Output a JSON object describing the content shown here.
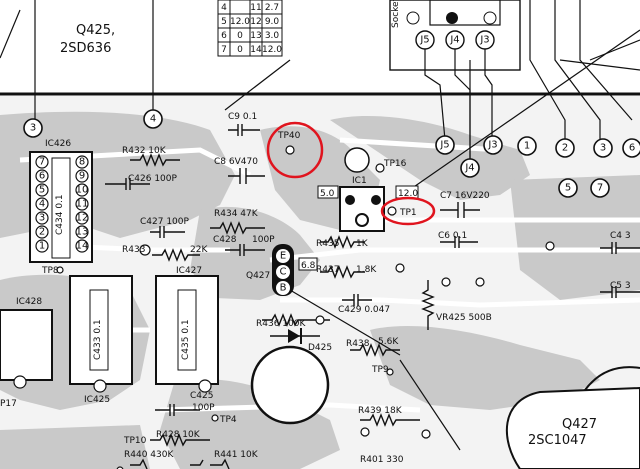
{
  "table": {
    "rows": [
      [
        "4",
        "",
        "11",
        "2.7"
      ],
      [
        "5",
        "12.0",
        "12",
        "9.0"
      ],
      [
        "6",
        "0",
        "13",
        "3.0"
      ],
      [
        "7",
        "0",
        "14",
        "12.0"
      ]
    ]
  },
  "labels": {
    "q425_ref": "Q425,",
    "q425_part": "2SD636",
    "q427_ref": "Q427",
    "q427_part": "2SC1047",
    "ic426": "IC426",
    "ic426_val": "C434 0.1",
    "ic427": "IC427",
    "ic428": "IC428",
    "ic425": "IC425",
    "ic1": "IC1",
    "c433": "C433 0.1",
    "c435": "C435 0.1",
    "r432": "R432  10K",
    "c426": "C426  100P",
    "c427": "C427 100P",
    "r433": "R433",
    "r433_val": "22K",
    "r434": "R434  47K",
    "c428": "C428",
    "c428_val": "100P",
    "c9": "C9  0.1",
    "c8": "C8  6V470",
    "tp40": "TP40",
    "tp16": "TP16",
    "tp1": "TP1",
    "tp8": "TP8",
    "tp9": "TP9",
    "tp4": "TP4",
    "tp10": "TP10",
    "ic1_in": "5.0",
    "ic1_out": "12.0",
    "c7": "C7  16V220",
    "c6": "C6  0.1",
    "c4": "C4  3",
    "c5": "C5  3",
    "r435": "R435",
    "r435_val": "1K",
    "r437": "R437",
    "r437_val": "1.8K",
    "q427_pins": [
      "E",
      "C",
      "B"
    ],
    "v68": "6.8",
    "c429": "C429  0.047",
    "vr425": "VR425  500B",
    "r436": "R436  100K",
    "d425": "D425",
    "r438": "R438",
    "r438_val": "5.6K",
    "c425": "C425",
    "c425_val": "100P",
    "r428": "R428  10K",
    "r439": "R439  18K",
    "r440": "R440  430K",
    "r441": "R441  10K",
    "r401": "R401  330",
    "p17": "P17",
    "socket_text": "Socket",
    "pads_j": [
      "J5",
      "J4",
      "J3"
    ],
    "pads_num": [
      "1",
      "2",
      "3",
      "4",
      "5",
      "6",
      "7"
    ]
  },
  "colors": {
    "ink": "#111111",
    "trace": "#c9c9c9",
    "marker": "#e0141e"
  }
}
